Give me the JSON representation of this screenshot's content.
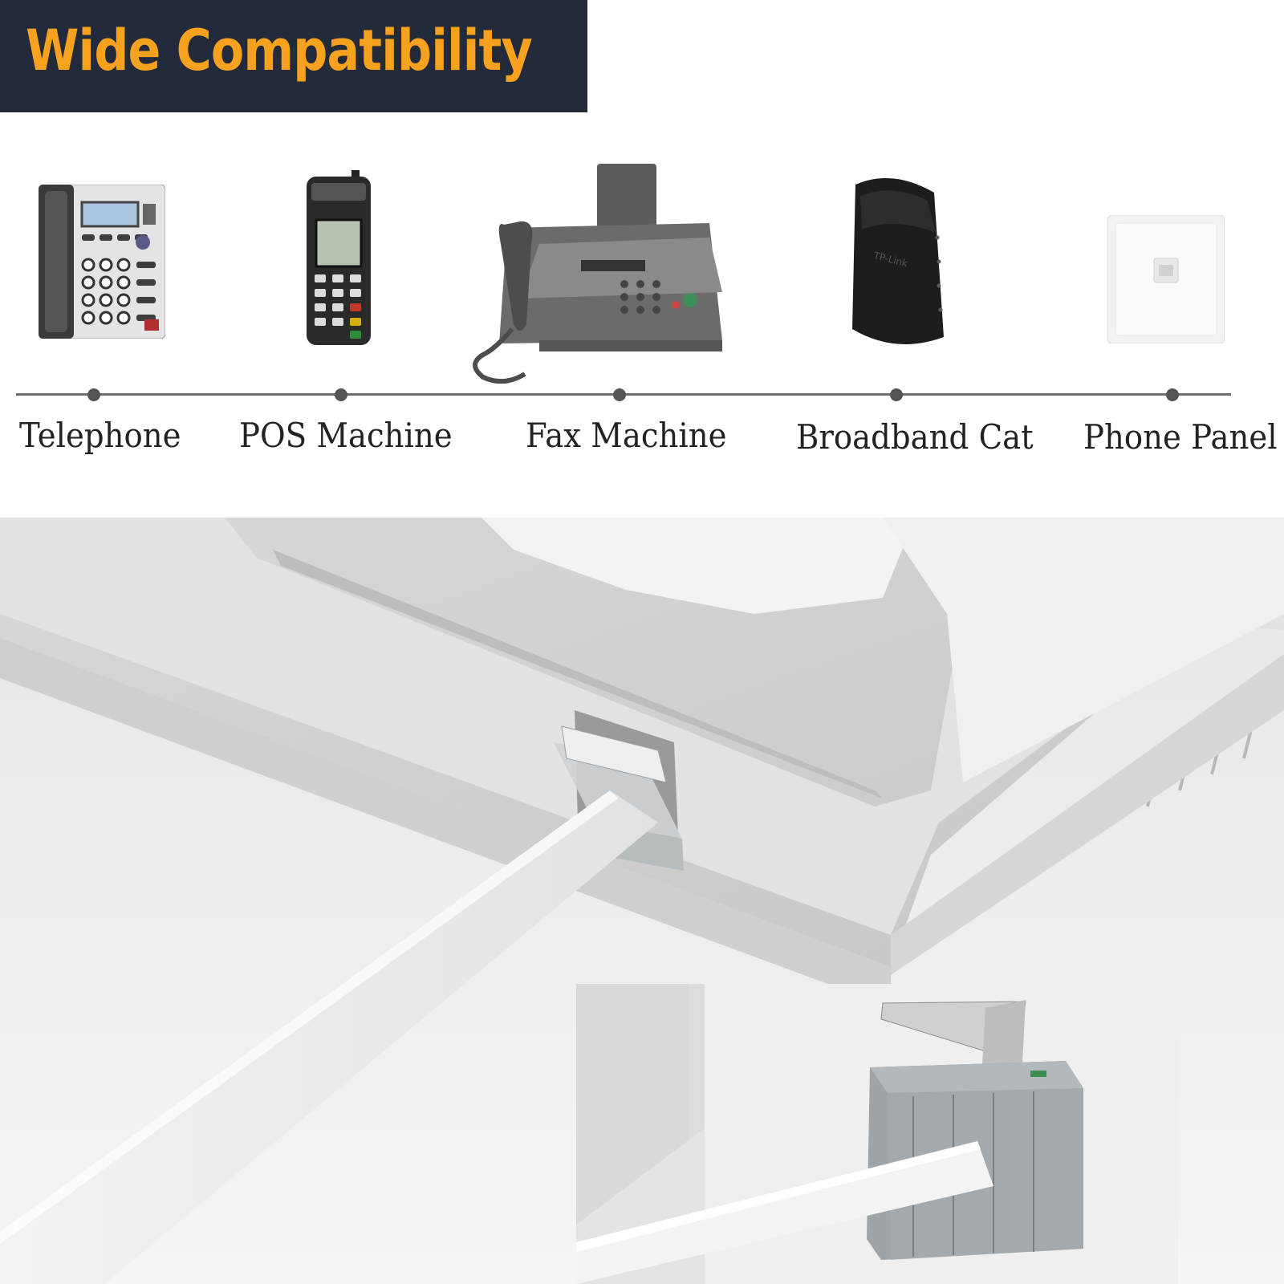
{
  "banner": {
    "title": "Wide Compatibility",
    "title_color": "#f6a21e",
    "bg_color": "#232a39"
  },
  "devices": [
    {
      "label": "Telephone",
      "icon": "desk-telephone-icon"
    },
    {
      "label": "POS Machine",
      "icon": "pos-terminal-icon"
    },
    {
      "label": "Fax Machine",
      "icon": "fax-machine-icon"
    },
    {
      "label": "Broadband Cat",
      "icon": "broadband-modem-icon"
    },
    {
      "label": "Phone Panel",
      "icon": "wall-phone-panel-icon"
    }
  ],
  "photos": {
    "main": "rj11-cable-plugged-into-device",
    "inset": "rj11-connector-closeup"
  }
}
